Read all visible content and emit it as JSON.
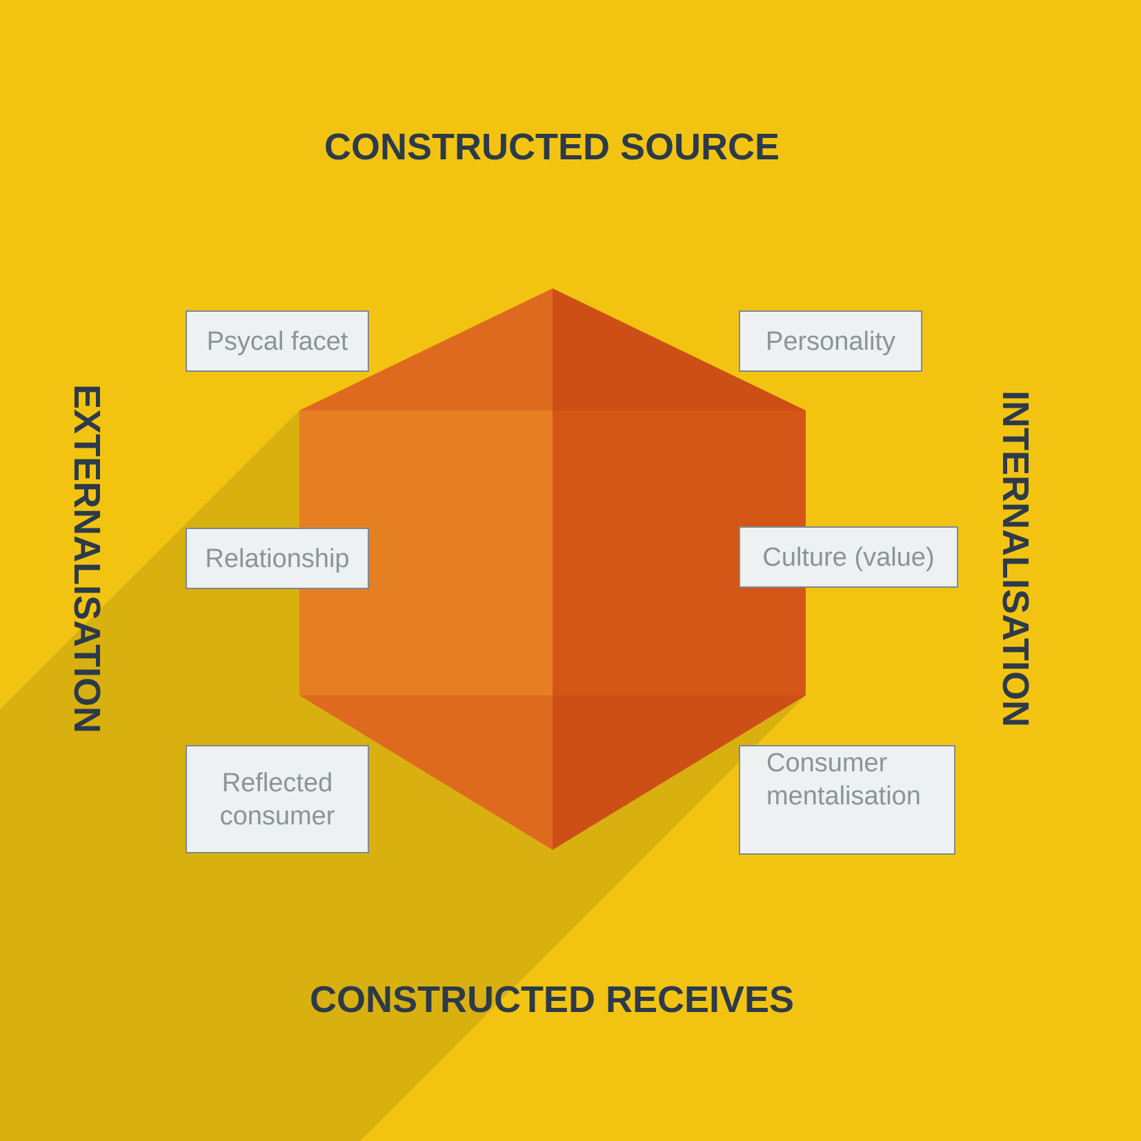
{
  "headings": {
    "top": "CONSTRUCTED SOURCE",
    "bottom": "CONSTRUCTED RECEIVES",
    "left": "EXTERNALISATION",
    "right": "INTERNALISATION"
  },
  "boxes": {
    "top_left": "Psycal facet",
    "mid_left": "Relationship",
    "bottom_left_line1": "Reflected",
    "bottom_left_line2": "consumer",
    "top_right": "Personality",
    "mid_right": "Culture (value)",
    "bottom_right_line1": "Consumer",
    "bottom_right_line2": "mentalisation"
  },
  "colors": {
    "background": "#f2c411",
    "shadow": "#d8b010",
    "hex_top_left": "#de6a1f",
    "hex_top_right": "#cd4f16",
    "hex_front_left": "#e67e22",
    "hex_front_right": "#d35617",
    "hex_bottom_left": "#de6a1f",
    "hex_bottom_right": "#cd4f16",
    "text_dark": "#2c3a4a",
    "box_bg": "#edf1f2",
    "box_border": "#7d8a92",
    "box_text": "#8a9499"
  }
}
